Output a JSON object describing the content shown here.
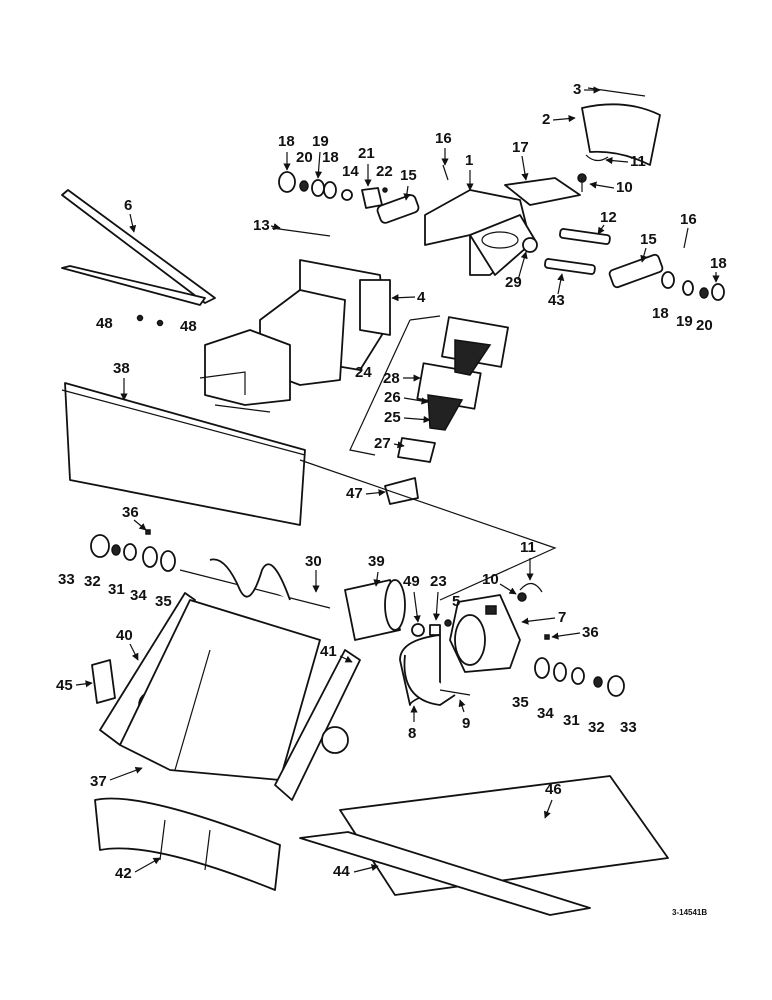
{
  "diagram": {
    "drawing_code": "3-14541B",
    "callouts": [
      "1",
      "2",
      "3",
      "4",
      "5",
      "6",
      "7",
      "8",
      "9",
      "10",
      "11",
      "12",
      "13",
      "14",
      "15",
      "16",
      "17",
      "18",
      "19",
      "20",
      "21",
      "22",
      "23",
      "24",
      "25",
      "26",
      "27",
      "28",
      "29",
      "30",
      "31",
      "32",
      "33",
      "34",
      "35",
      "36",
      "37",
      "38",
      "39",
      "40",
      "41",
      "42",
      "43",
      "44",
      "45",
      "46",
      "47",
      "48",
      "49"
    ]
  }
}
